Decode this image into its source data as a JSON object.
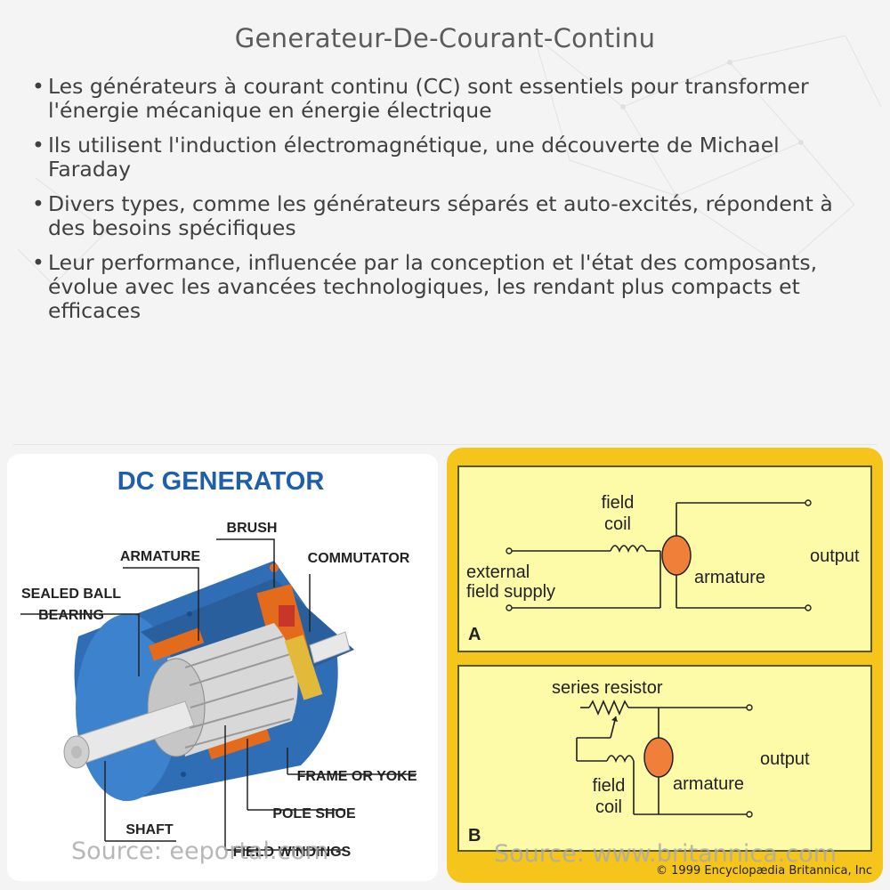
{
  "page": {
    "title": "Generateur-De-Courant-Continu",
    "bullets": [
      "Les générateurs à courant continu (CC) sont essentiels pour transformer l'énergie mécanique en énergie électrique",
      "Ils utilisent l'induction électromagnétique, une découverte de Michael Faraday",
      "Divers types, comme les générateurs séparés et auto-excités, répondent à des besoins spécifiques",
      "Leur performance, influencée par la conception et l'état des composants, évolue avec les avancées technologiques, les rendant plus compacts et efficaces"
    ],
    "bullet_marker": "•"
  },
  "left_image": {
    "heading": "DC GENERATOR",
    "labels": {
      "brush": "BRUSH",
      "armature": "ARMATURE",
      "commutator": "COMMUTATOR",
      "sealed_ball": "SEALED BALL",
      "bearing": "BEARING",
      "frame": "FRAME OR YOKE",
      "pole_shoe": "POLE SHOE",
      "shaft": "SHAFT",
      "field_windings": "FIELD WINDINGS"
    },
    "source": "Source: eeportal.com",
    "colors": {
      "heading": "#1f5fa8",
      "frame": "#2f6db5",
      "pole": "#e46a1c",
      "winding": "#e3b93a"
    }
  },
  "right_image": {
    "diagram_a": {
      "field_coil_1": "field",
      "field_coil_2": "coil",
      "external_1": "external",
      "external_2": "field supply",
      "armature": "armature",
      "output": "output",
      "letter": "A"
    },
    "diagram_b": {
      "series_resistor": "series resistor",
      "field_1": "field",
      "field_2": "coil",
      "armature": "armature",
      "output": "output",
      "letter": "B"
    },
    "copyright": "© 1999 Encyclopædia Britannica, Inc",
    "source": "Source: www.britannica.com",
    "colors": {
      "panel": "#f6c51b",
      "box": "#fdfaa8",
      "armature": "#f07f3a"
    }
  }
}
